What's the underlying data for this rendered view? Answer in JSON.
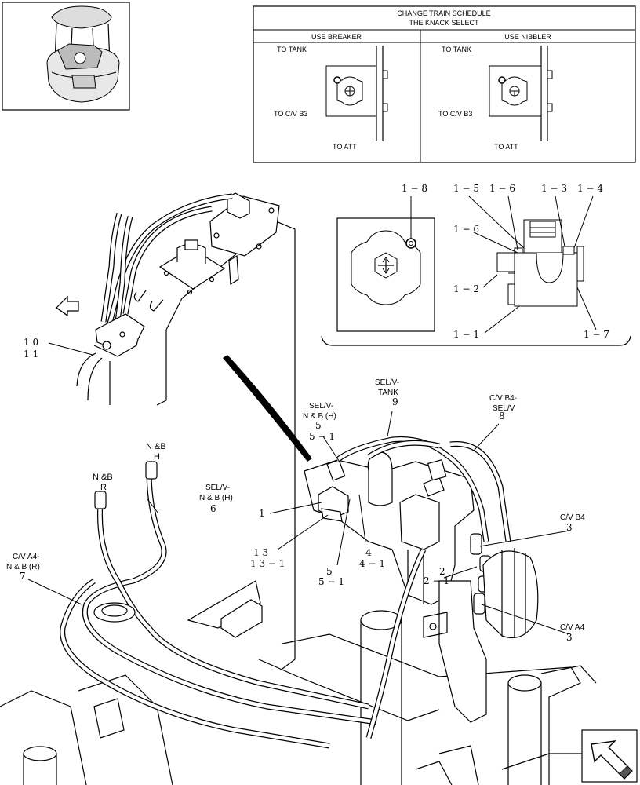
{
  "schedule": {
    "title_line1": "CHANGE TRAIN SCHEDULE",
    "title_line2": "THE KNACK SELECT",
    "col_left_header": "USE BREAKER",
    "col_right_header": "USE NIBBLER",
    "left_to_tank": "TO TANK",
    "left_to_cv": "TO C/V B3",
    "left_to_att": "TO ATT",
    "right_to_tank": "TO TANK",
    "right_to_cv": "TO C/V B3",
    "right_to_att": "TO ATT"
  },
  "detail_callouts": {
    "c18": "1 − 8",
    "c15": "1 − 5",
    "c16a": "1 − 6",
    "c13": "1 − 3",
    "c14": "1 − 4",
    "c16b": "1 − 6",
    "c12": "1 − 2",
    "c11": "1 − 1",
    "c17": "1 − 7"
  },
  "main_callouts": {
    "c10": "1 0",
    "c11": "1 1",
    "c1": "1",
    "c13": "1 3",
    "c13_1": "1 3 − 1",
    "c5a": "5",
    "c5_1a": "5 − 1",
    "c4": "4",
    "c4_1": "4 − 1",
    "c5b": "5",
    "c5_1b": "5 − 1",
    "c9": "9",
    "c8": "8",
    "c6": "6",
    "c7": "7",
    "c3a": "3",
    "c3b": "3",
    "c2": "2",
    "c2_1": "2 − 1"
  },
  "labels": {
    "sel_tank_1": "SEL/V-",
    "sel_tank_2": "TANK",
    "sel_nb_h_1": "SEL/V-",
    "sel_nb_h_2": "N & B (H)",
    "cvb4_sel_1": "C/V B4-",
    "cvb4_sel_2": "SEL/V",
    "nb_h_1": "N &B",
    "nb_h_2": "H",
    "nb_r_1": "N &B",
    "nb_r_2": "R",
    "sel_nbh6_1": "SEL/V-",
    "sel_nbh6_2": "N & B (H)",
    "cva4_r_1": "C/V A4-",
    "cva4_r_2": "N & B (R)",
    "cv_b4": "C/V B4",
    "cv_a4": "C/V A4"
  }
}
